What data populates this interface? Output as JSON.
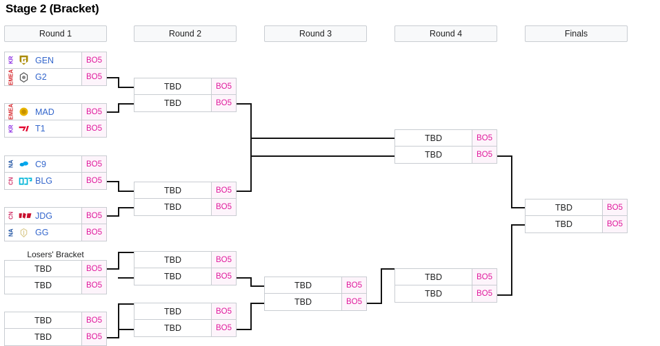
{
  "page": {
    "title": "Stage 2 (Bracket)",
    "losers_bracket_label": "Losers' Bracket",
    "tbd_label": "TBD",
    "format_label": "BO5",
    "accent_score_color": "#e0189c",
    "team_link_color": "#36c",
    "header_bg": "#f8f9fa",
    "border_color": "#c8ccd1"
  },
  "rounds": [
    {
      "label": "Round 1"
    },
    {
      "label": "Round 2"
    },
    {
      "label": "Round 3"
    },
    {
      "label": "Round 4"
    },
    {
      "label": "Finals"
    }
  ],
  "round1": {
    "matches": [
      {
        "opponents": [
          {
            "region": "KR",
            "team": "GEN",
            "logo": "geng-logo",
            "format": "BO5"
          },
          {
            "region": "EMEA",
            "team": "G2",
            "logo": "g2-logo",
            "format": "BO5"
          }
        ]
      },
      {
        "opponents": [
          {
            "region": "EMEA",
            "team": "MAD",
            "logo": "madlions-logo",
            "format": "BO5"
          },
          {
            "region": "KR",
            "team": "T1",
            "logo": "t1-logo",
            "format": "BO5"
          }
        ]
      },
      {
        "opponents": [
          {
            "region": "NA",
            "team": "C9",
            "logo": "cloud9-logo",
            "format": "BO5"
          },
          {
            "region": "CN",
            "team": "BLG",
            "logo": "blg-logo",
            "format": "BO5"
          }
        ]
      },
      {
        "opponents": [
          {
            "region": "CN",
            "team": "JDG",
            "logo": "jdg-logo",
            "format": "BO5"
          },
          {
            "region": "NA",
            "team": "GG",
            "logo": "goldenguard-logo",
            "format": "BO5"
          }
        ]
      }
    ],
    "losers_matches": [
      {
        "opponents": [
          {
            "team": "TBD",
            "format": "BO5"
          },
          {
            "team": "TBD",
            "format": "BO5"
          }
        ]
      },
      {
        "opponents": [
          {
            "team": "TBD",
            "format": "BO5"
          },
          {
            "team": "TBD",
            "format": "BO5"
          }
        ]
      }
    ]
  },
  "round2": {
    "matches": [
      {
        "opponents": [
          {
            "team": "TBD",
            "format": "BO5"
          },
          {
            "team": "TBD",
            "format": "BO5"
          }
        ]
      },
      {
        "opponents": [
          {
            "team": "TBD",
            "format": "BO5"
          },
          {
            "team": "TBD",
            "format": "BO5"
          }
        ]
      },
      {
        "opponents": [
          {
            "team": "TBD",
            "format": "BO5"
          },
          {
            "team": "TBD",
            "format": "BO5"
          }
        ]
      },
      {
        "opponents": [
          {
            "team": "TBD",
            "format": "BO5"
          },
          {
            "team": "TBD",
            "format": "BO5"
          }
        ]
      }
    ]
  },
  "round3": {
    "matches": [
      {
        "opponents": [
          {
            "team": "TBD",
            "format": "BO5"
          },
          {
            "team": "TBD",
            "format": "BO5"
          }
        ]
      }
    ]
  },
  "round4": {
    "matches": [
      {
        "opponents": [
          {
            "team": "TBD",
            "format": "BO5"
          },
          {
            "team": "TBD",
            "format": "BO5"
          }
        ]
      },
      {
        "opponents": [
          {
            "team": "TBD",
            "format": "BO5"
          },
          {
            "team": "TBD",
            "format": "BO5"
          }
        ]
      }
    ]
  },
  "finals": {
    "matches": [
      {
        "opponents": [
          {
            "team": "TBD",
            "format": "BO5"
          },
          {
            "team": "TBD",
            "format": "BO5"
          }
        ]
      }
    ]
  }
}
